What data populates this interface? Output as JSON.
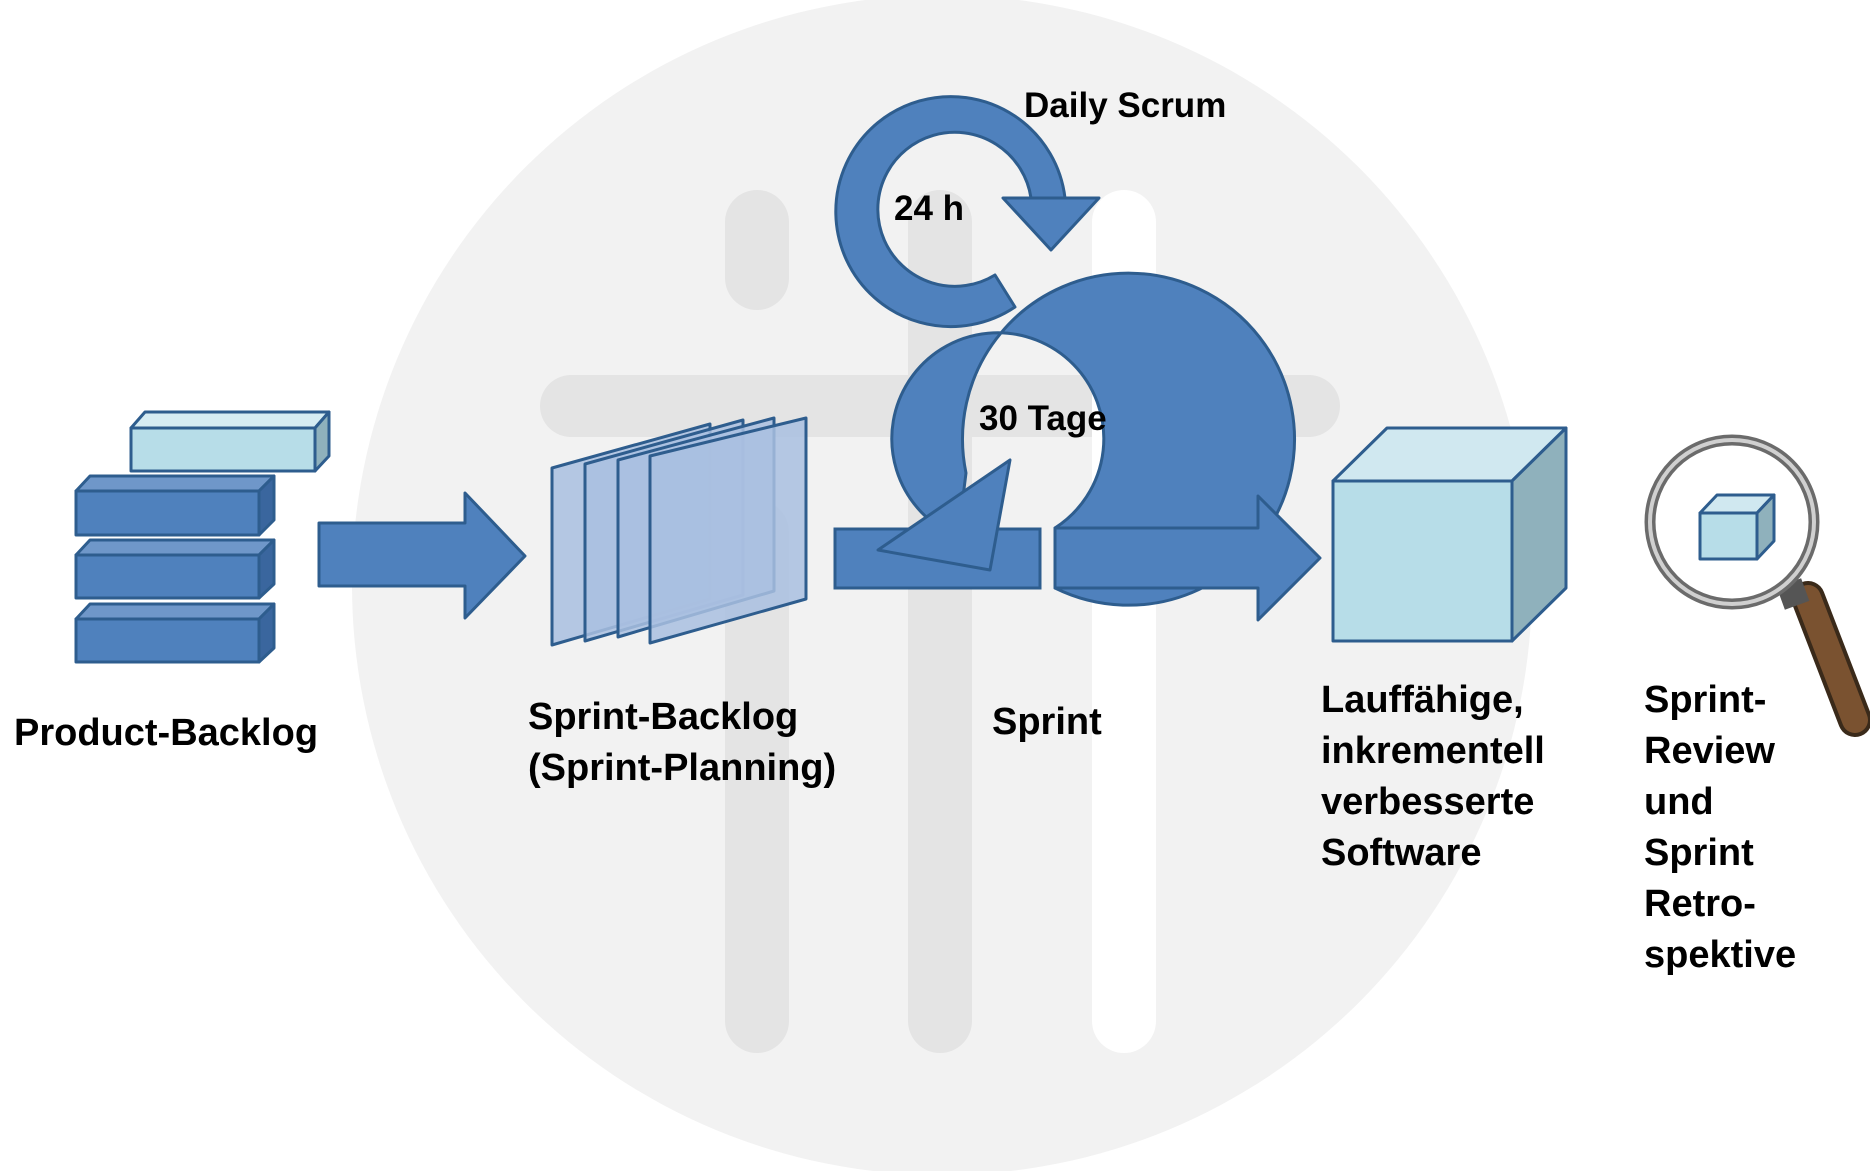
{
  "labels": {
    "product_backlog": "Product-Backlog",
    "sprint_backlog": "Sprint-Backlog\n(Sprint-Planning)",
    "sprint": "Sprint",
    "software": "Lauffähige,\ninkrementell\nverbesserte\nSoftware",
    "review": "Sprint-\nReview\nund\nSprint\nRetro-\nspektive",
    "daily_scrum": "Daily Scrum",
    "cycle_24h": "24 h",
    "cycle_30d": "30 Tage"
  },
  "icons": {
    "backlog": "backlog-stack-icon",
    "sprint_backlog": "stacked-sheets-icon",
    "sprint_cycle": "circular-arrow-icon",
    "daily_cycle": "circular-arrow-icon",
    "software": "cube-icon",
    "review": "magnifier-icon"
  },
  "colors": {
    "primary_blue": "#4f81bd",
    "outline": "#2e5d8e",
    "light_blue": "#b7dde8",
    "watermark": "#e6e6e6"
  }
}
